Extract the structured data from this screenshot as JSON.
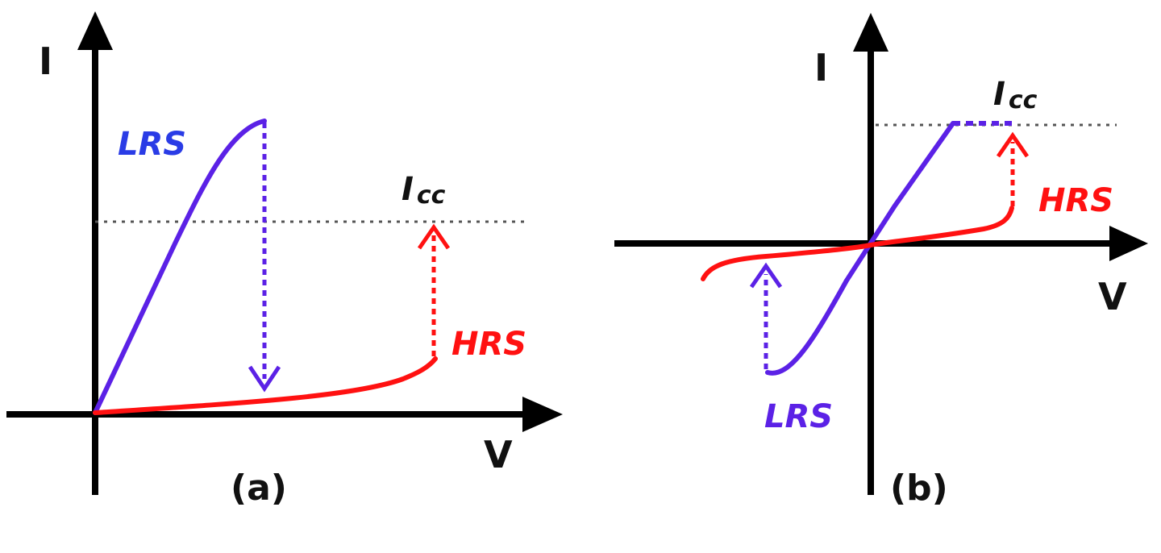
{
  "colors": {
    "lrs": "#5b21e6",
    "hrs": "#ff1111",
    "axis": "#000000",
    "dotted": "#555555"
  },
  "panel_a": {
    "caption": "(a)",
    "y_axis_label": "I",
    "x_axis_label": "V",
    "lrs_label": "LRS",
    "hrs_label": "HRS",
    "icc_main": "I",
    "icc_sub": "cc"
  },
  "panel_b": {
    "caption": "(b)",
    "y_axis_label": "I",
    "x_axis_label": "V",
    "lrs_label": "LRS",
    "hrs_label": "HRS",
    "icc_main": "I",
    "icc_sub": "cc"
  }
}
